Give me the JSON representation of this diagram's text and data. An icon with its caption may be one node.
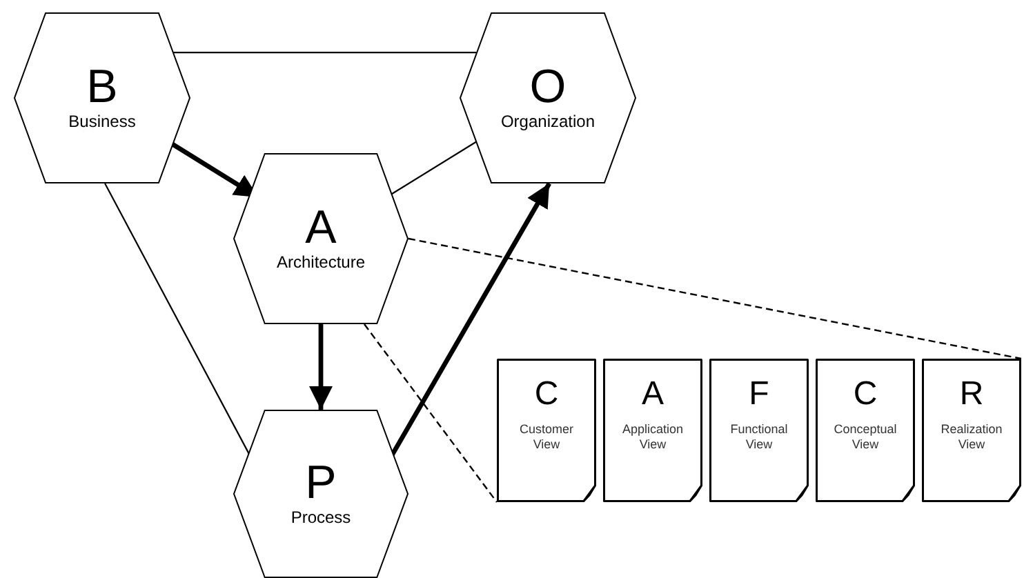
{
  "diagram": {
    "nodes": [
      {
        "text": [
          "B",
          "Business"
        ]
      },
      {
        "text": [
          "O",
          "Organization"
        ]
      },
      {
        "text": [
          "A",
          "Architecture"
        ]
      },
      {
        "text": [
          "P",
          "Process"
        ]
      },
      {
        "text": [
          "C",
          "Customer View"
        ]
      },
      {
        "text": [
          "A",
          "Application View"
        ]
      },
      {
        "text": [
          "F",
          "Functional View"
        ]
      },
      {
        "text": [
          "C",
          "Conceptual View"
        ]
      },
      {
        "text": [
          "R",
          "Realization View"
        ]
      }
    ],
    "edges": [
      {
        "from": 0,
        "to": 1,
        "arrow": "none"
      },
      {
        "from": 0,
        "to": 2,
        "arrow": "to",
        "style": "thick"
      },
      {
        "from": 2,
        "to": 1,
        "arrow": "none"
      },
      {
        "from": 0,
        "to": 3,
        "arrow": "none"
      },
      {
        "from": 2,
        "to": 3,
        "arrow": "to",
        "style": "thick"
      },
      {
        "from": 3,
        "to": 1,
        "arrow": "to",
        "style": "thick"
      },
      {
        "from": 2,
        "to": 4,
        "arrow": "none",
        "style": "dashed"
      },
      {
        "from": 2,
        "to": 8,
        "arrow": "none",
        "style": "dashed"
      }
    ]
  }
}
